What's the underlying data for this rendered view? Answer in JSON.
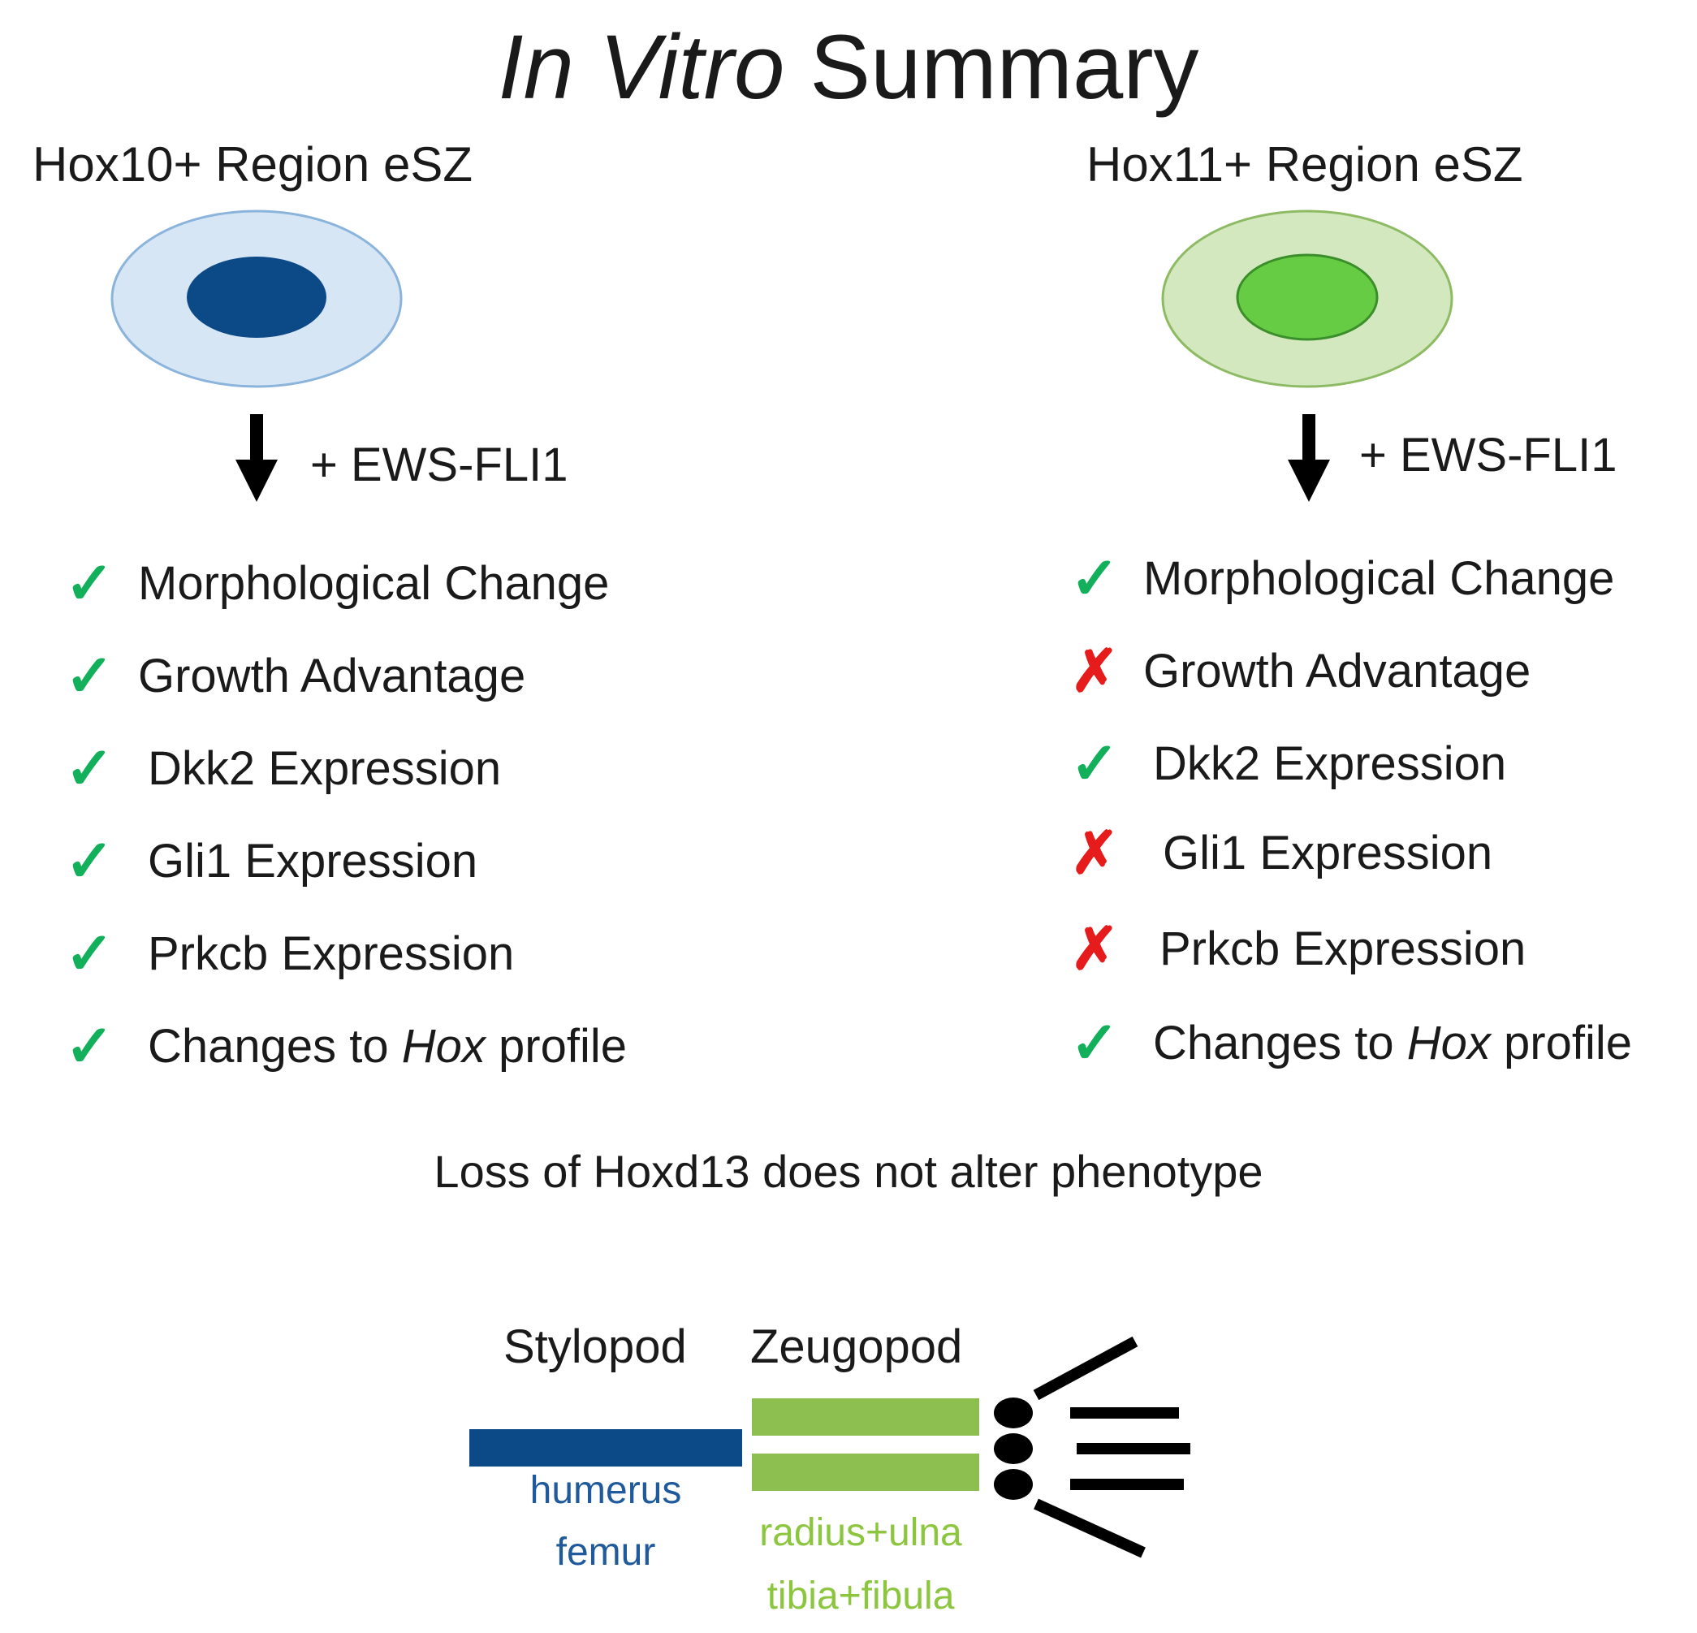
{
  "title": {
    "italic": "In Vitro",
    "rest": " Summary"
  },
  "left": {
    "region": "Hox10+ Region eSZ",
    "treatment": "+ EWS-FLI1",
    "colors": {
      "outer": "#d7e6f4",
      "inner": "#0b4a87",
      "stroke": "#8bb4dc"
    },
    "items": [
      {
        "mark": "check",
        "label": "Morphological Change"
      },
      {
        "mark": "check",
        "label": "Growth Advantage"
      },
      {
        "mark": "check",
        "label": "Dkk2 Expression"
      },
      {
        "mark": "check",
        "label": "Gli1 Expression"
      },
      {
        "mark": "check",
        "label": "Prkcb Expression"
      },
      {
        "mark": "check",
        "label_pre": "Changes to ",
        "label_em": "Hox",
        "label_post": " profile"
      }
    ]
  },
  "right": {
    "region": "Hox11+ Region eSZ",
    "treatment": "+ EWS-FLI1",
    "colors": {
      "outer": "#d3e8bf",
      "inner": "#66cc44",
      "stroke": "#8dbb63"
    },
    "items": [
      {
        "mark": "check",
        "label": "Morphological Change"
      },
      {
        "mark": "cross",
        "label": "Growth Advantage"
      },
      {
        "mark": "check",
        "label": "Dkk2 Expression"
      },
      {
        "mark": "cross",
        "label": "Gli1 Expression"
      },
      {
        "mark": "cross",
        "label": "Prkcb Expression"
      },
      {
        "mark": "check",
        "label_pre": "Changes to ",
        "label_em": "Hox",
        "label_post": " profile"
      }
    ]
  },
  "marks": {
    "check": "✓",
    "cross": "✗"
  },
  "note": "Loss of Hoxd13 does not alter phenotype",
  "limb": {
    "stylopod": "Stylopod",
    "zeugopod": "Zeugopod",
    "stylopod_bones": [
      "humerus",
      "femur"
    ],
    "zeugopod_bones": [
      "radius+ulna",
      "tibia+fibula"
    ],
    "colors": {
      "stylopod": "#0b4a87",
      "zeugopod": "#8cbf4f",
      "autopod": "#000000"
    }
  }
}
